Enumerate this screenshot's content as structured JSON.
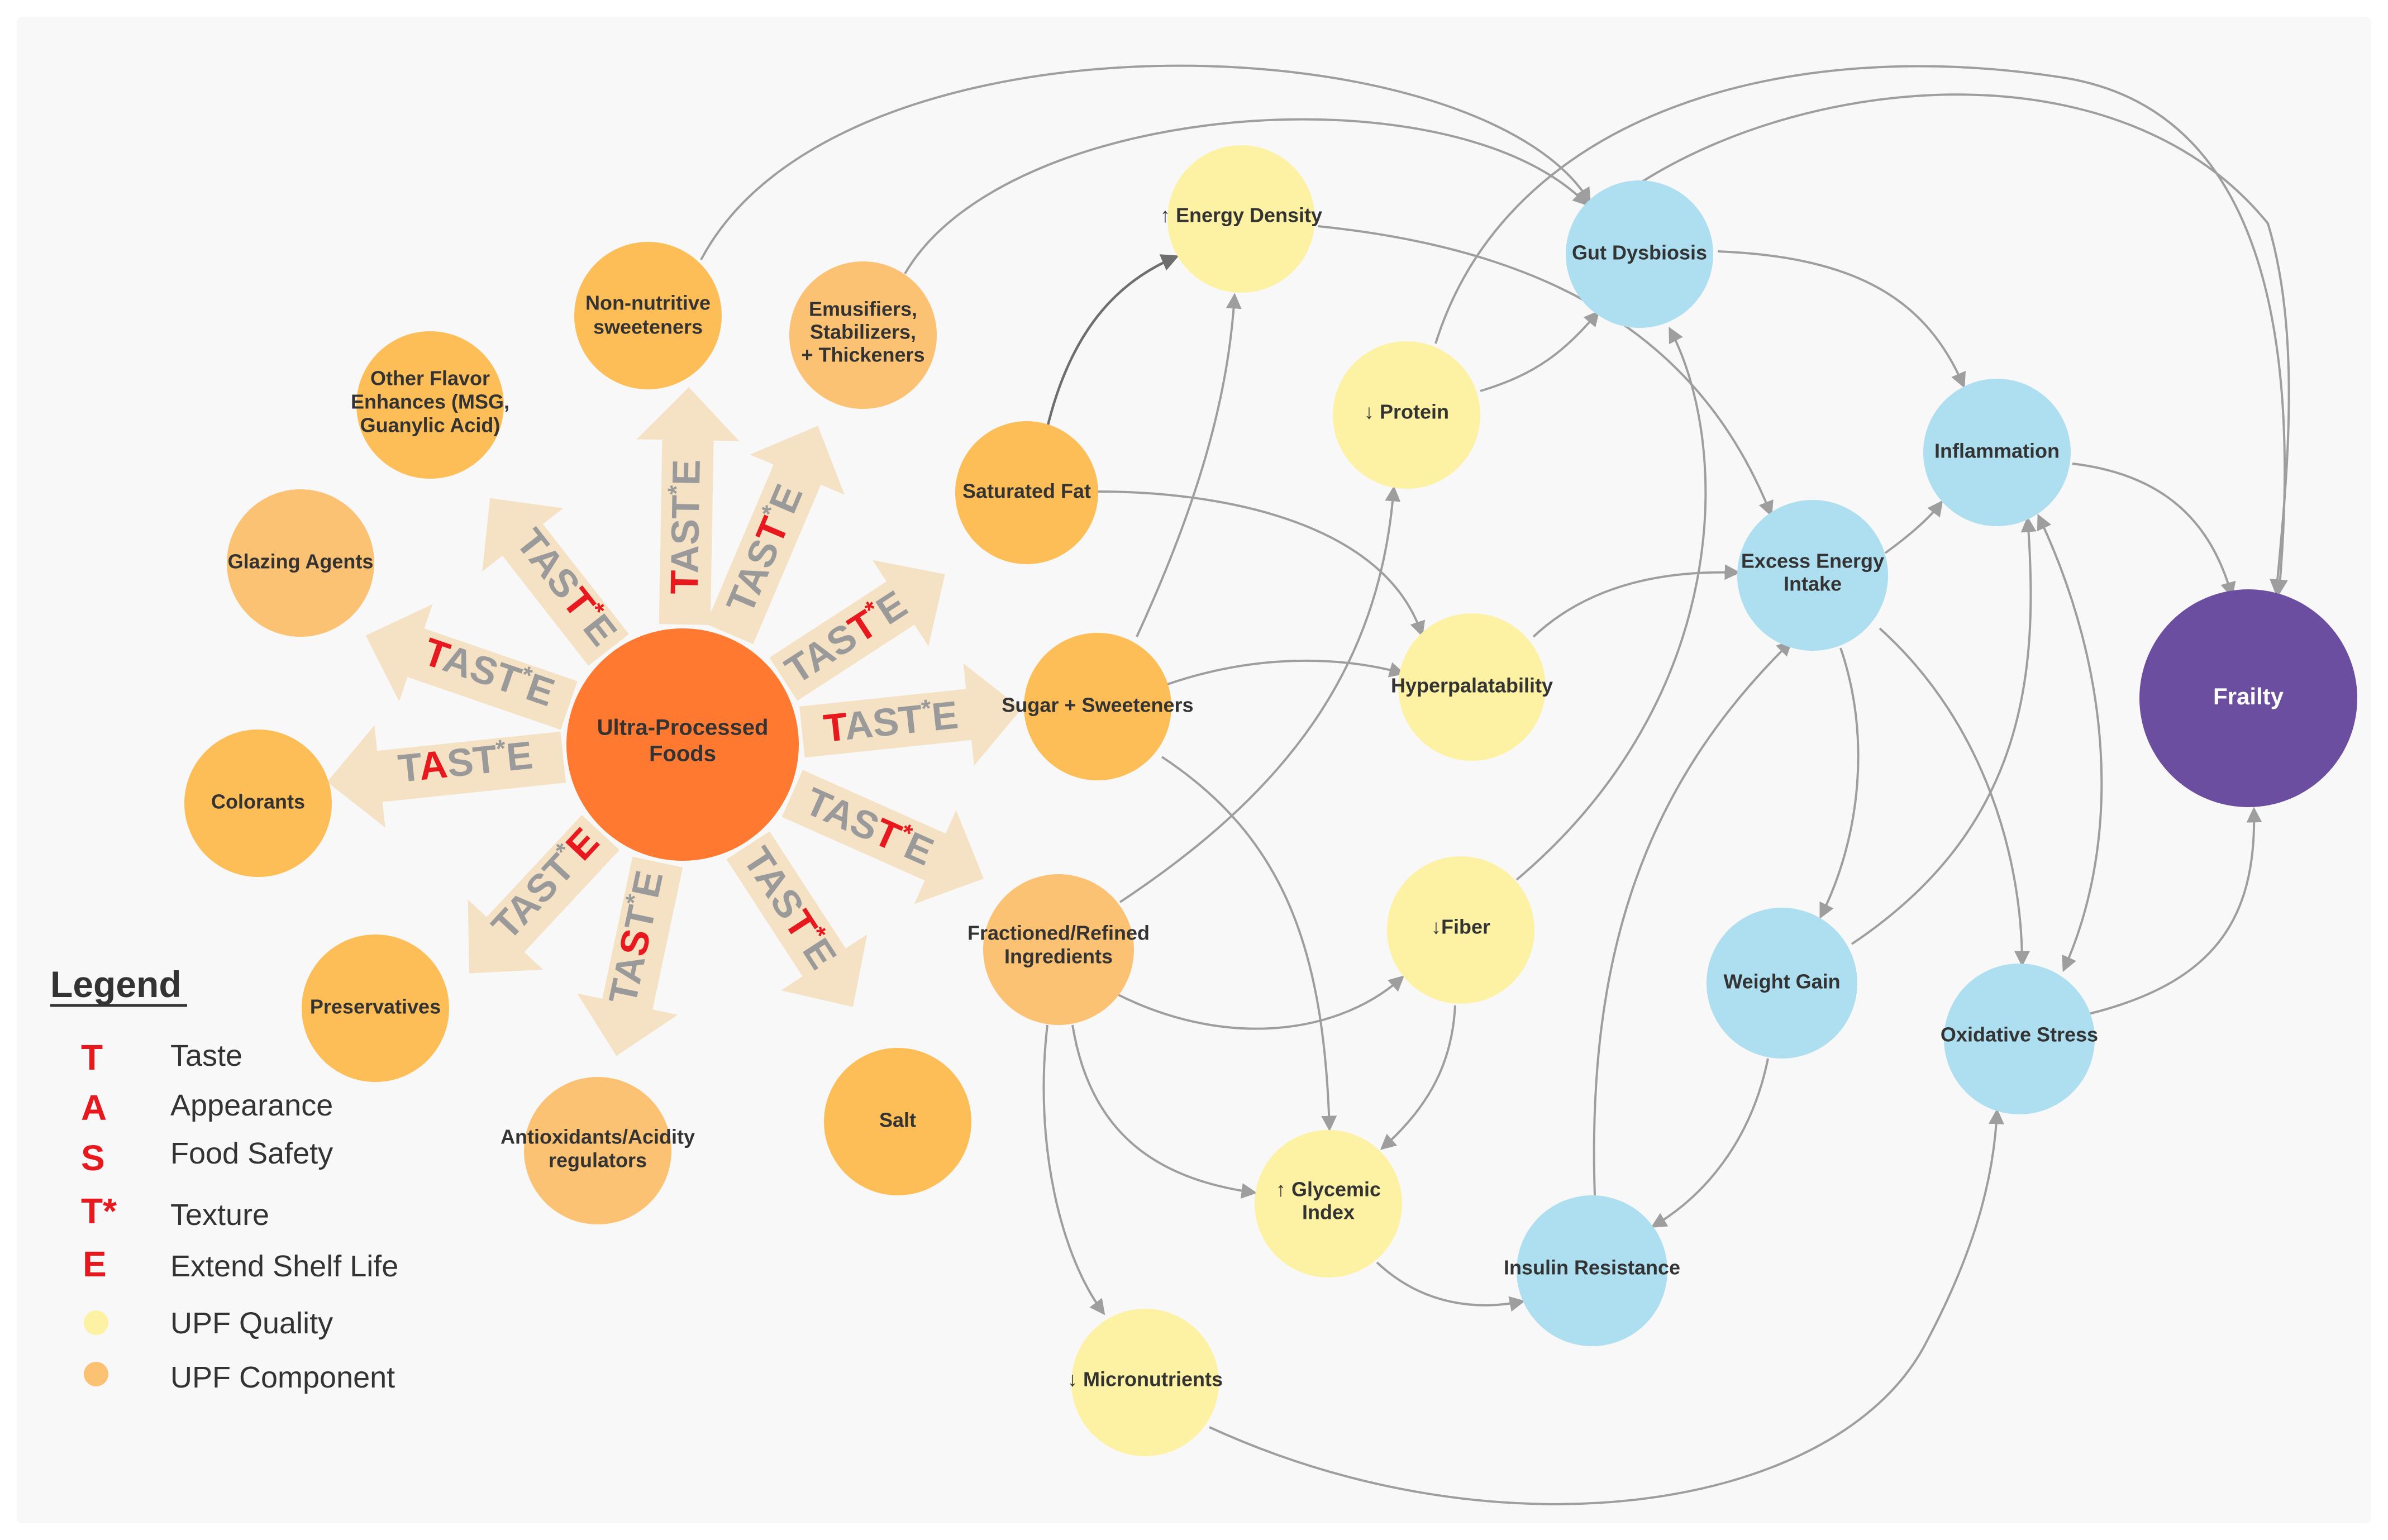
{
  "colors": {
    "upf_center": "#ff7a30",
    "upf_component": "#fdbe57",
    "upf_component_light": "#fcc273",
    "upf_quality": "#fdf1a4",
    "physiology": "#aedff0",
    "frailty": "#6b4ea0",
    "taste_red": "#e8191e",
    "taste_grey": "#9a9a9a",
    "edge_grey": "#9e9e9e"
  },
  "nodes": {
    "upf": "Ultra-Processed Foods",
    "non_nutritive": "Non-nutritive sweeteners",
    "emulsifiers": "Emusifiers, Stabilizers, + Thickeners",
    "other_flavor": "Other Flavor Enhances (MSG, Guanylic Acid)",
    "glazing": "Glazing Agents",
    "colorants": "Colorants",
    "preservatives": "Preservatives",
    "antioxidants": "Antioxidants/Acidity regulators",
    "salt": "Salt",
    "saturated_fat": "Saturated Fat",
    "sugar": "Sugar + Sweeteners",
    "fractioned": "Fractioned/Refined Ingredients",
    "energy_density": "↑ Energy Density",
    "protein": "↓ Protein",
    "hyperpalatability": "Hyperpalatability",
    "fiber": "↓Fiber",
    "glycemic": "↑ Glycemic Index",
    "micronutrients": "↓ Micronutrients",
    "gut": "Gut Dysbiosis",
    "excess_energy": "Excess Energy Intake",
    "inflammation": "Inflammation",
    "weight_gain": "Weight Gain",
    "oxidative": "Oxidative Stress",
    "insulin": "Insulin Resistance",
    "frailty": "Frailty"
  },
  "taste_word": [
    "T",
    "A",
    "S",
    "T",
    "*",
    "E"
  ],
  "legend": {
    "title": "Legend",
    "items": [
      {
        "symbol": "T",
        "label": "Taste"
      },
      {
        "symbol": "A",
        "label": "Appearance"
      },
      {
        "symbol": "S",
        "label": "Food Safety"
      },
      {
        "symbol": "T*",
        "label": "Texture"
      },
      {
        "symbol": "E",
        "label": "Extend Shelf Life"
      }
    ],
    "quality_label": "UPF Quality",
    "component_label": "UPF Component"
  }
}
